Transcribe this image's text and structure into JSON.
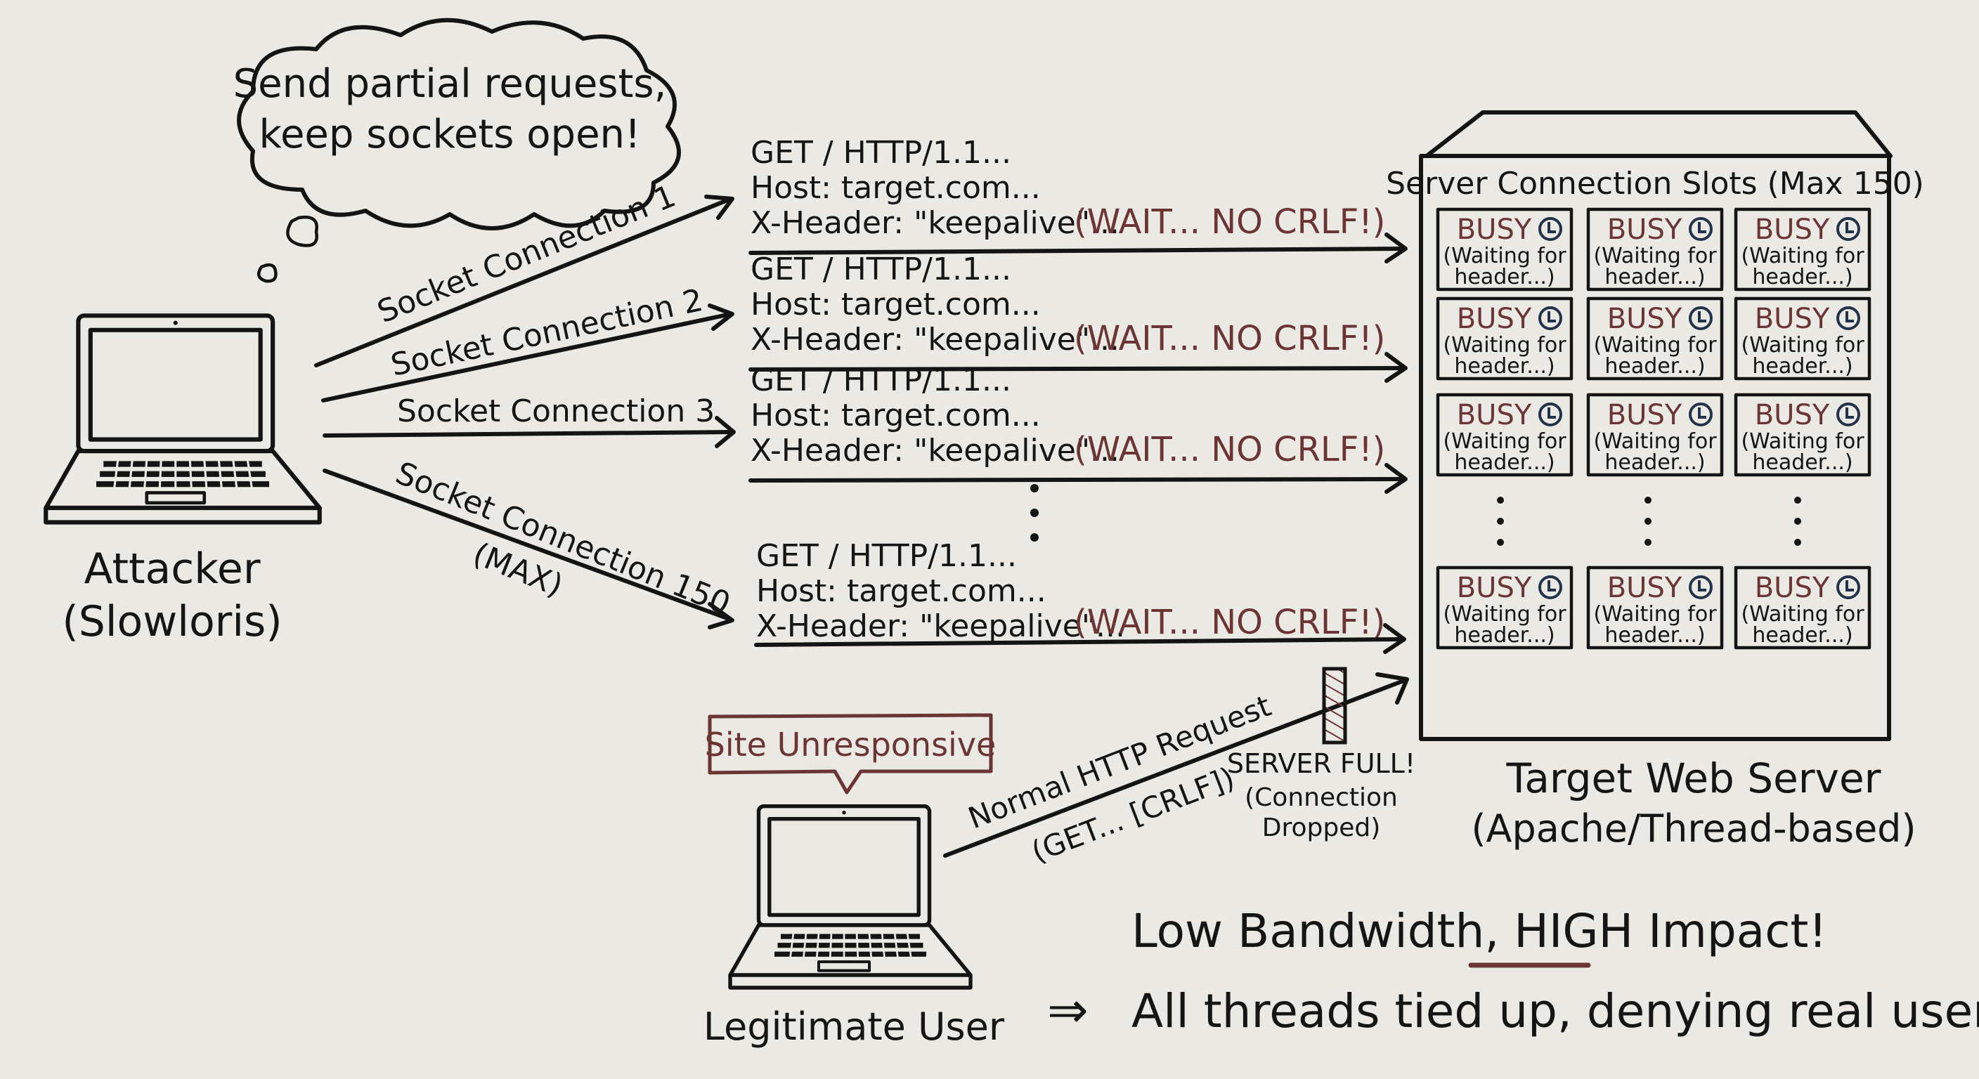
{
  "colors": {
    "board": "#ebe9e3",
    "ink": "#141414",
    "marker_red": "#6b3535",
    "clock_blue": "#22324a"
  },
  "thought_bubble": {
    "line1": "Send partial requests,",
    "line2": "keep sockets open!"
  },
  "attacker": {
    "icon": "laptop-icon",
    "label1": "Attacker",
    "label2": "(Slowloris)"
  },
  "connections": [
    {
      "label": "Socket Connection 1",
      "sublabel": ""
    },
    {
      "label": "Socket Connection 2",
      "sublabel": ""
    },
    {
      "label": "Socket Connection 3",
      "sublabel": ""
    },
    {
      "label": "Socket Connection 150",
      "sublabel": "(MAX)"
    }
  ],
  "requests": [
    {
      "line1": "GET / HTTP/1.1...",
      "line2": "Host: target.com...",
      "line3": "X-Header: \"keepalive\"...",
      "note": "(WAIT... NO CRLF!)"
    },
    {
      "line1": "GET / HTTP/1.1...",
      "line2": "Host: target.com...",
      "line3": "X-Header: \"keepalive\"...",
      "note": "(WAIT... NO CRLF!)"
    },
    {
      "line1": "GET / HTTP/1.1...",
      "line2": "Host: target.com...",
      "line3": "X-Header: \"keepalive\"...",
      "note": "(WAIT... NO CRLF!)"
    },
    {
      "line1": "GET / HTTP/1.1...",
      "line2": "Host: target.com...",
      "line3": "X-Header: \"keepalive\"...",
      "note": "(WAIT... NO CRLF!)"
    }
  ],
  "server": {
    "slots_title": "Server Connection Slots (Max 150)",
    "slot_status": "BUSY",
    "slot_detail1": "(Waiting for",
    "slot_detail2": "header...)",
    "slot_icon": "clock-icon",
    "rows_shown": 4,
    "cols": 3,
    "label1": "Target Web Server",
    "label2": "(Apache/Thread-based)"
  },
  "legit_user": {
    "icon": "laptop-icon",
    "label": "Legitimate User",
    "speech": "Site Unresponsive",
    "request_label1": "Normal HTTP Request",
    "request_label2": "(GET... [CRLF])"
  },
  "blocked": {
    "label1": "SERVER FULL!",
    "label2": "(Connection",
    "label3": "Dropped)"
  },
  "summary": {
    "line1_pre": "Low Bandwidth, ",
    "line1_emph": "HIGH",
    "line1_post": " Impact!",
    "arrow": "⇒",
    "line2": "All threads tied up, denying real users."
  }
}
